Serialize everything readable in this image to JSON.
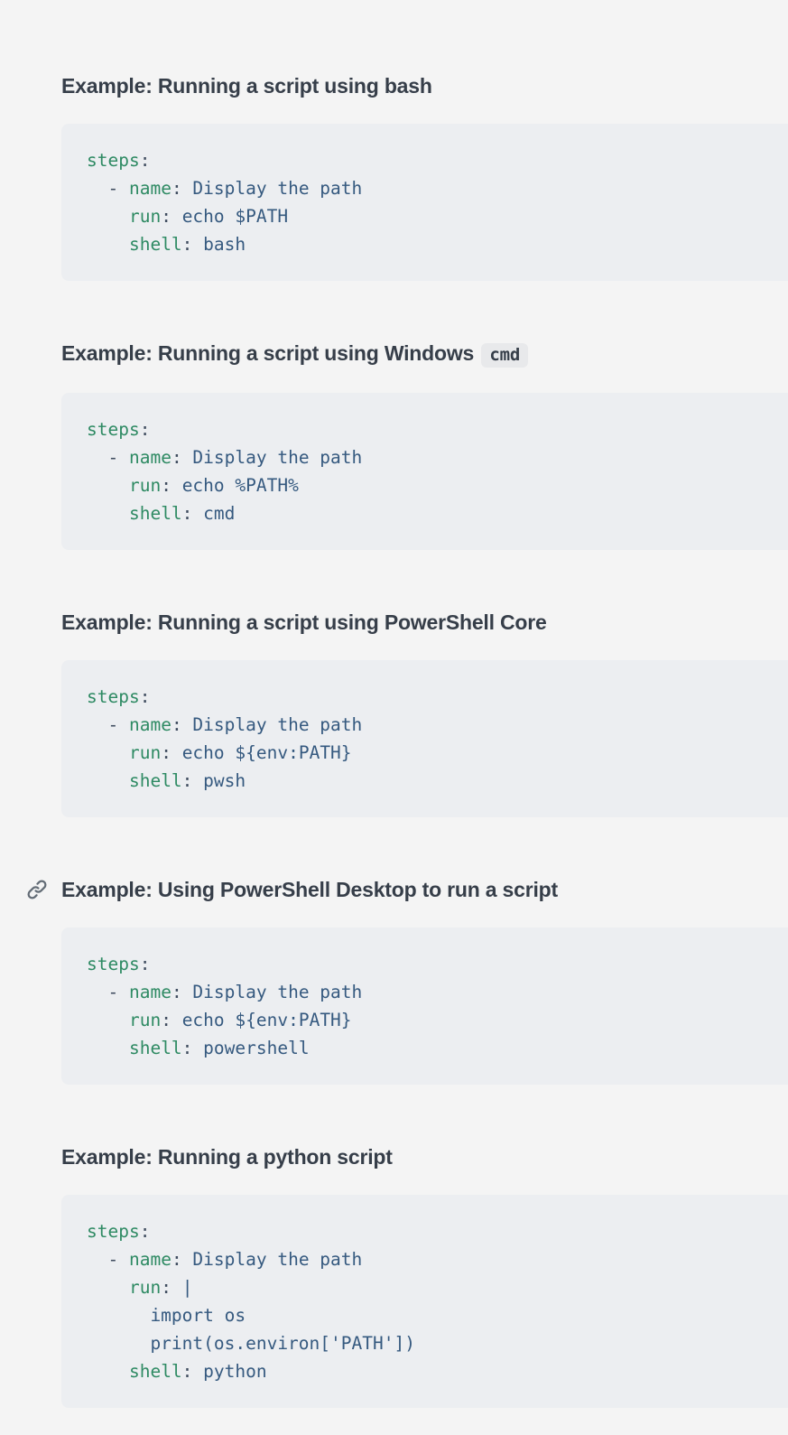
{
  "theme": {
    "page_bg": "#f4f4f4",
    "code_block_bg": "#eceef1",
    "inline_code_bg": "#e8e9eb",
    "heading_color": "#363e49",
    "code_key_color": "#2e8a63",
    "code_value_color": "#35597f",
    "code_plain_color": "#3e4b5e",
    "anchor_icon_color": "#636c76"
  },
  "icons": {
    "anchor": "link-icon"
  },
  "sections": [
    {
      "id": "example-bash",
      "show_anchor": false,
      "heading": [
        {
          "type": "text",
          "text": "Example: Running a script using bash"
        }
      ],
      "code_lines": [
        [
          {
            "c": "key",
            "t": "steps"
          },
          {
            "c": "plain",
            "t": ":"
          }
        ],
        [
          {
            "c": "plain",
            "t": "  - "
          },
          {
            "c": "key",
            "t": "name"
          },
          {
            "c": "plain",
            "t": ":"
          },
          {
            "c": "value",
            "t": " Display the path"
          }
        ],
        [
          {
            "c": "plain",
            "t": "    "
          },
          {
            "c": "key",
            "t": "run"
          },
          {
            "c": "plain",
            "t": ":"
          },
          {
            "c": "value",
            "t": " echo $PATH"
          }
        ],
        [
          {
            "c": "plain",
            "t": "    "
          },
          {
            "c": "key",
            "t": "shell"
          },
          {
            "c": "plain",
            "t": ":"
          },
          {
            "c": "value",
            "t": " bash"
          }
        ]
      ]
    },
    {
      "id": "example-cmd",
      "show_anchor": false,
      "heading": [
        {
          "type": "text",
          "text": "Example: Running a script using Windows "
        },
        {
          "type": "code",
          "text": "cmd"
        }
      ],
      "code_lines": [
        [
          {
            "c": "key",
            "t": "steps"
          },
          {
            "c": "plain",
            "t": ":"
          }
        ],
        [
          {
            "c": "plain",
            "t": "  - "
          },
          {
            "c": "key",
            "t": "name"
          },
          {
            "c": "plain",
            "t": ":"
          },
          {
            "c": "value",
            "t": " Display the path"
          }
        ],
        [
          {
            "c": "plain",
            "t": "    "
          },
          {
            "c": "key",
            "t": "run"
          },
          {
            "c": "plain",
            "t": ":"
          },
          {
            "c": "value",
            "t": " echo %PATH%"
          }
        ],
        [
          {
            "c": "plain",
            "t": "    "
          },
          {
            "c": "key",
            "t": "shell"
          },
          {
            "c": "plain",
            "t": ":"
          },
          {
            "c": "value",
            "t": " cmd"
          }
        ]
      ]
    },
    {
      "id": "example-pwsh",
      "show_anchor": false,
      "heading": [
        {
          "type": "text",
          "text": "Example: Running a script using PowerShell Core"
        }
      ],
      "code_lines": [
        [
          {
            "c": "key",
            "t": "steps"
          },
          {
            "c": "plain",
            "t": ":"
          }
        ],
        [
          {
            "c": "plain",
            "t": "  - "
          },
          {
            "c": "key",
            "t": "name"
          },
          {
            "c": "plain",
            "t": ":"
          },
          {
            "c": "value",
            "t": " Display the path"
          }
        ],
        [
          {
            "c": "plain",
            "t": "    "
          },
          {
            "c": "key",
            "t": "run"
          },
          {
            "c": "plain",
            "t": ":"
          },
          {
            "c": "value",
            "t": " echo ${env:PATH}"
          }
        ],
        [
          {
            "c": "plain",
            "t": "    "
          },
          {
            "c": "key",
            "t": "shell"
          },
          {
            "c": "plain",
            "t": ":"
          },
          {
            "c": "value",
            "t": " pwsh"
          }
        ]
      ]
    },
    {
      "id": "example-powershell-desktop",
      "show_anchor": true,
      "heading": [
        {
          "type": "text",
          "text": "Example: Using PowerShell Desktop to run a script"
        }
      ],
      "code_lines": [
        [
          {
            "c": "key",
            "t": "steps"
          },
          {
            "c": "plain",
            "t": ":"
          }
        ],
        [
          {
            "c": "plain",
            "t": "  - "
          },
          {
            "c": "key",
            "t": "name"
          },
          {
            "c": "plain",
            "t": ":"
          },
          {
            "c": "value",
            "t": " Display the path"
          }
        ],
        [
          {
            "c": "plain",
            "t": "    "
          },
          {
            "c": "key",
            "t": "run"
          },
          {
            "c": "plain",
            "t": ":"
          },
          {
            "c": "value",
            "t": " echo ${env:PATH}"
          }
        ],
        [
          {
            "c": "plain",
            "t": "    "
          },
          {
            "c": "key",
            "t": "shell"
          },
          {
            "c": "plain",
            "t": ":"
          },
          {
            "c": "value",
            "t": " powershell"
          }
        ]
      ]
    },
    {
      "id": "example-python",
      "show_anchor": false,
      "heading": [
        {
          "type": "text",
          "text": "Example: Running a python script"
        }
      ],
      "code_lines": [
        [
          {
            "c": "key",
            "t": "steps"
          },
          {
            "c": "plain",
            "t": ":"
          }
        ],
        [
          {
            "c": "plain",
            "t": "  - "
          },
          {
            "c": "key",
            "t": "name"
          },
          {
            "c": "plain",
            "t": ":"
          },
          {
            "c": "value",
            "t": " Display the path"
          }
        ],
        [
          {
            "c": "plain",
            "t": "    "
          },
          {
            "c": "key",
            "t": "run"
          },
          {
            "c": "plain",
            "t": ":"
          },
          {
            "c": "value",
            "t": " |"
          }
        ],
        [
          {
            "c": "value",
            "t": "      import os"
          }
        ],
        [
          {
            "c": "value",
            "t": "      print(os.environ['PATH'])"
          }
        ],
        [
          {
            "c": "plain",
            "t": "    "
          },
          {
            "c": "key",
            "t": "shell"
          },
          {
            "c": "plain",
            "t": ":"
          },
          {
            "c": "value",
            "t": " python"
          }
        ]
      ]
    }
  ]
}
